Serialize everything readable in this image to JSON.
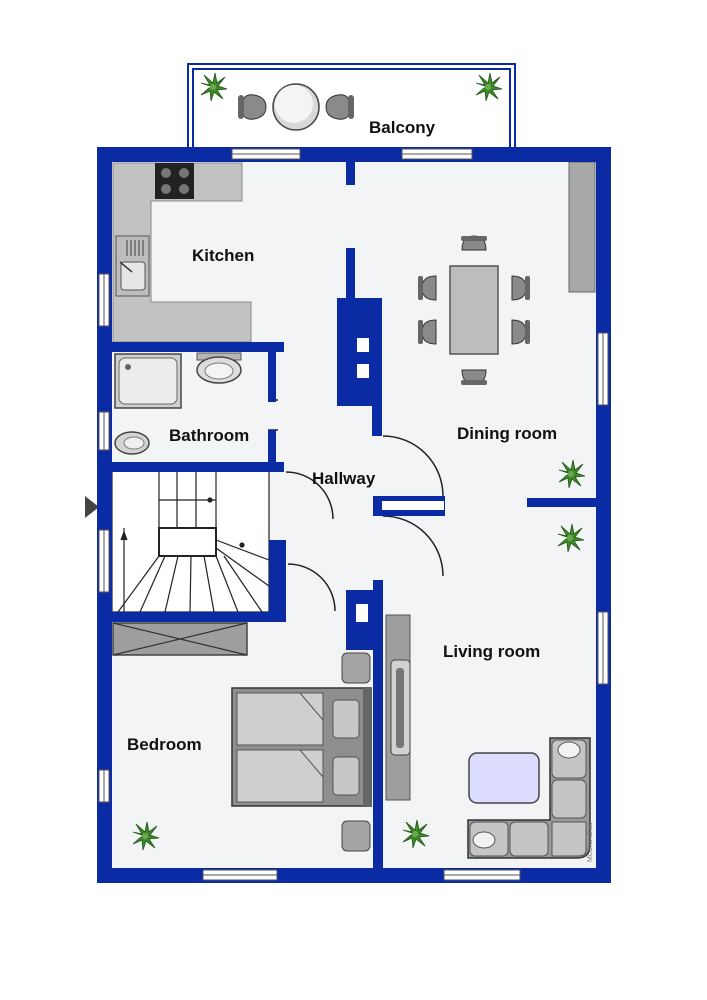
{
  "rooms": {
    "balcony": "Balcony",
    "kitchen": "Kitchen",
    "bathroom": "Bathroom",
    "hallway": "Hallway",
    "dining": "Dining room",
    "living": "Living room",
    "bedroom": "Bedroom"
  },
  "credit": "McGrundriss",
  "colors": {
    "wall": "#0a2ba3",
    "floor": "#f2f4f6",
    "furniture": "#9a9a9a",
    "furniture_light": "#c9c9c9",
    "plant": "#3f8a2a",
    "rug": "#dcdcff"
  }
}
